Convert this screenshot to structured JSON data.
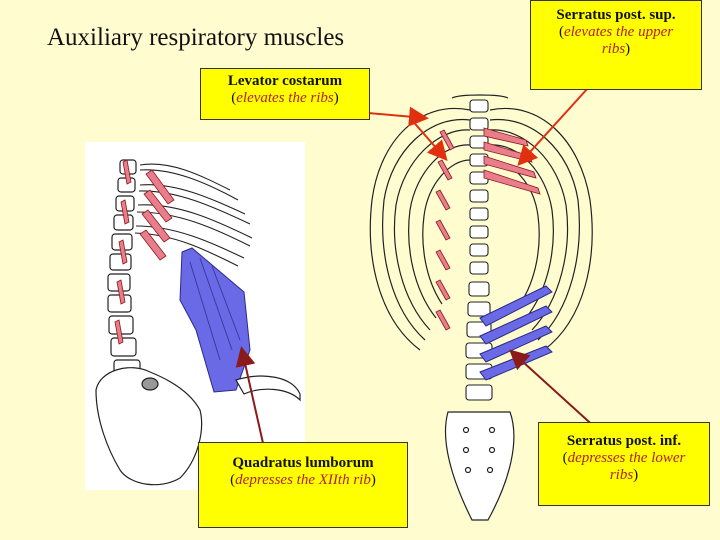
{
  "title": "Auxiliary respiratory muscles",
  "labels": {
    "levator": {
      "name": "Levator costarum",
      "action": "elevates the ribs"
    },
    "serratus_sup": {
      "name": "Serratus post. sup.",
      "action_a": "elevates the upper",
      "action_b": "ribs"
    },
    "quadratus": {
      "name": "Quadratus lumborum",
      "action": "depresses the XIIth rib"
    },
    "serratus_inf": {
      "name": "Serratus post. inf.",
      "action_a": "depresses the lower",
      "action_b": "ribs"
    }
  },
  "colors": {
    "background": "#fffdd0",
    "label_fill": "#ffff00",
    "action_text": "#b22222",
    "arrow_red": "#e03010",
    "arrow_dark": "#8b1a1a",
    "muscle_pink": "#e87d8c",
    "muscle_blue": "#6a6ae6",
    "bone_outline": "#222222"
  }
}
